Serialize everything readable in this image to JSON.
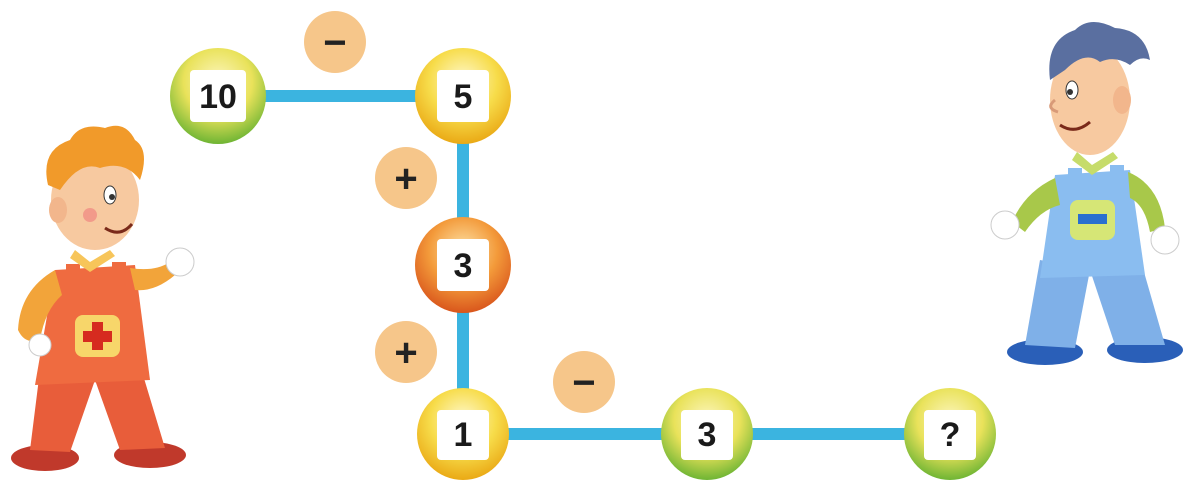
{
  "nodes": [
    {
      "id": "n1",
      "value": "10",
      "color": "green"
    },
    {
      "id": "n2",
      "value": "5",
      "color": "yellow"
    },
    {
      "id": "n3",
      "value": "3",
      "color": "orange"
    },
    {
      "id": "n4",
      "value": "1",
      "color": "yellow"
    },
    {
      "id": "n5",
      "value": "3",
      "color": "green"
    },
    {
      "id": "n6",
      "value": "?",
      "color": "green"
    }
  ],
  "operations": [
    {
      "between": "n1-n2",
      "symbol": "−"
    },
    {
      "between": "n2-n3",
      "symbol": "+"
    },
    {
      "between": "n3-n4",
      "symbol": "+"
    },
    {
      "between": "n4-n5",
      "symbol": "−"
    }
  ],
  "characters": [
    {
      "id": "plus-boy",
      "badge_symbol": "+"
    },
    {
      "id": "minus-man",
      "badge_symbol": "−"
    }
  ],
  "colors": {
    "line": "#3bb4e0",
    "green": "#7cbf3a",
    "yellow": "#f2c21c",
    "orange": "#e8702a",
    "op_circle": "#f6c68a"
  }
}
